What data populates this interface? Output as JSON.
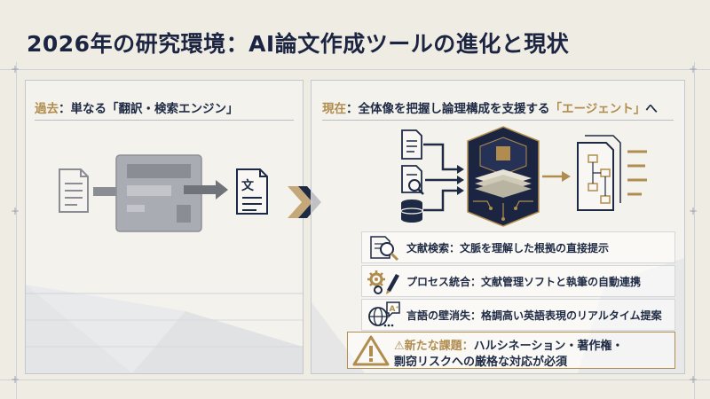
{
  "title": "2026年の研究環境：AI論文作成ツールの進化と現状",
  "past": {
    "label": "過去",
    "text": "：単なる「翻訳・検索エンジン」",
    "doc_glyph": "文"
  },
  "present": {
    "label": "現在",
    "text_before": "：全体像を把握し論理構成を支援する",
    "highlight": "「エージェント」",
    "text_after": "へ"
  },
  "features": [
    {
      "icon": "magnifier-document-icon",
      "text": "文献検索：文脈を理解した根拠の直接提示"
    },
    {
      "icon": "gear-pencil-icon",
      "text": "プロセス統合：文献管理ソフトと執筆の自動連携"
    },
    {
      "icon": "globe-speech-icon",
      "text": "言語の壁消失：格調高い英語表現のリアルタイム提案"
    }
  ],
  "warning": {
    "mark": "⚠",
    "label": "新たな課題：",
    "line1": "ハルシネーション・著作権・",
    "line2": "剽窃リスクへの厳格な対応が必須"
  },
  "colors": {
    "navy": "#1e2a44",
    "gold": "#b08d4f",
    "gray": "#8a8d93"
  }
}
